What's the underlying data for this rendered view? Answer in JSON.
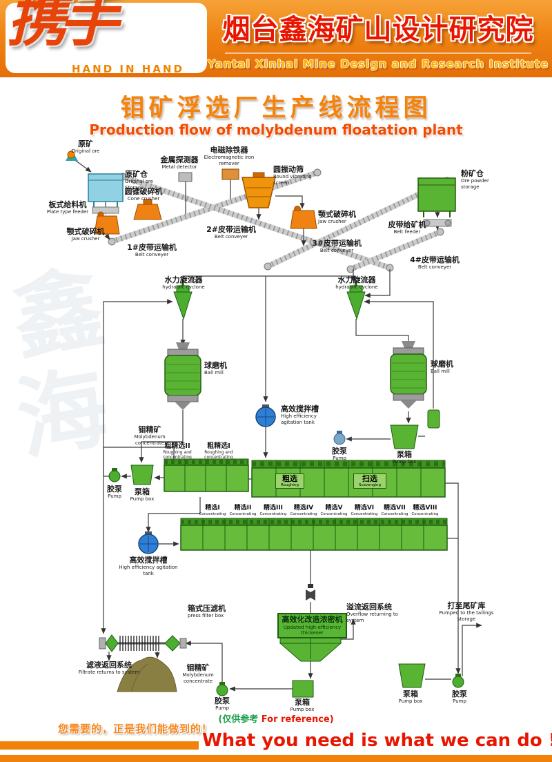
{
  "header": {
    "logo_zh": "携手",
    "logo_en": "HAND IN HAND",
    "institute_zh": "烟台鑫海矿山设计研究院",
    "institute_en": "Yantai Xinhai Mine Design and Research Institute"
  },
  "title": {
    "zh": "钼矿浮选厂生产线流程图",
    "en": "Production flow of molybdenum floatation plant"
  },
  "watermark": {
    "c1": "鑫",
    "c2": "海"
  },
  "diagram": {
    "original_ore": {
      "zh": "原矿",
      "en": "Original ore"
    },
    "ore_storage": {
      "zh": "原矿仓",
      "en": "Original ore Storage"
    },
    "plate_feeder": {
      "zh": "板式给料机",
      "en": "Plate type feeder"
    },
    "cone_crusher": {
      "zh": "圆锥破碎机",
      "en": "Cone crusher"
    },
    "jaw_crusher_left": {
      "zh": "颚式破碎机",
      "en": "Jaw crusher"
    },
    "belt_1": {
      "zh": "1#皮带运输机",
      "en": "Belt conveyer"
    },
    "metal_detector": {
      "zh": "金属探测器",
      "en": "Metal detector"
    },
    "iron_remover": {
      "zh": "电磁除铁器",
      "en": "Electromagnetic iron remover"
    },
    "vibrating_screen": {
      "zh": "圆振动筛",
      "en": "Round vibrating screen"
    },
    "belt_2": {
      "zh": "2#皮带运输机",
      "en": "Belt conveyer"
    },
    "jaw_crusher_mid": {
      "zh": "颚式破碎机",
      "en": "Jaw crusher"
    },
    "belt_3": {
      "zh": "3#皮带运输机",
      "en": "Belt conveyer"
    },
    "powder_storage": {
      "zh": "粉矿仓",
      "en": "Ore powder storage"
    },
    "belt_feeder": {
      "zh": "皮带给矿机",
      "en": "Belt feeder"
    },
    "belt_4": {
      "zh": "4#皮带运输机",
      "en": "Belt conveyer"
    },
    "cyclone_left": {
      "zh": "水力旋流器",
      "en": "hydraulic cyclone"
    },
    "cyclone_right": {
      "zh": "水力旋流器",
      "en": "hydraulic cyclone"
    },
    "ball_mill_left": {
      "zh": "球磨机",
      "en": "Ball mill"
    },
    "ball_mill_right": {
      "zh": "球磨机",
      "en": "Ball mill"
    },
    "agitation_top": {
      "zh": "高效搅拌槽",
      "en": "High efficiency agitation tank"
    },
    "agitation_bottom": {
      "zh": "高效搅拌槽",
      "en": "High efficiency agitation tank"
    },
    "moly_mid": {
      "zh": "钼精矿",
      "en": "Molybdenum concentrate"
    },
    "moly_bottom": {
      "zh": "钼精矿",
      "en": "Molybdenum concentrate"
    },
    "pump_left": {
      "zh": "胶泵",
      "en": "Pump"
    },
    "pump_right": {
      "zh": "胶泵",
      "en": "Pump"
    },
    "pump_bottom_left": {
      "zh": "胶泵",
      "en": "Pump"
    },
    "pump_bottom_right": {
      "zh": "胶泵",
      "en": "Pump"
    },
    "pumpbox_left": {
      "zh": "泵箱",
      "en": "Pump box"
    },
    "pumpbox_right": {
      "zh": "泵箱",
      "en": "Pump box"
    },
    "pumpbox_bottom_mid": {
      "zh": "泵箱",
      "en": "Pump box"
    },
    "pumpbox_bottom_right": {
      "zh": "泵箱",
      "en": "Pump box"
    },
    "rough_conc_2": {
      "zh": "粗精选II",
      "en": "Roughing and concentrating"
    },
    "rough_conc_1": {
      "zh": "粗精选I",
      "en": "Roughing and concentrating"
    },
    "roughing": {
      "zh": "粗选",
      "en": "Roughing"
    },
    "scavenging": {
      "zh": "扫选",
      "en": "Scavenging"
    },
    "concentrating": [
      {
        "zh": "精选I",
        "en": "Concentrating"
      },
      {
        "zh": "精选II",
        "en": "Concentrating"
      },
      {
        "zh": "精选III",
        "en": "Concentrating"
      },
      {
        "zh": "精选IV",
        "en": "Concentrating"
      },
      {
        "zh": "精选V",
        "en": "Concentrating"
      },
      {
        "zh": "精选VI",
        "en": "Concentrating"
      },
      {
        "zh": "精选VII",
        "en": "Concentrating"
      },
      {
        "zh": "精选VIII",
        "en": "Concentrating"
      }
    ],
    "press_filter": {
      "zh": "箱式压滤机",
      "en": "press filter box"
    },
    "filtrate_return": {
      "zh": "滤液返回系统",
      "en": "Filtrate returns to system"
    },
    "thickener": {
      "zh": "高效化改造浓密机",
      "en": "Updated high-efficiency thickener"
    },
    "overflow_return": {
      "zh": "溢流返回系统",
      "en": "Overflow returning to system"
    },
    "tailings": {
      "zh": "打至尾矿库",
      "en": "Pumped to the tailings storage"
    }
  },
  "footer": {
    "reference_zh": "(仅供参考",
    "reference_en": "For reference)",
    "slogan_zh": "您需要的，正是我们能做到的！",
    "slogan_en": "What you need is what we can do !"
  }
}
